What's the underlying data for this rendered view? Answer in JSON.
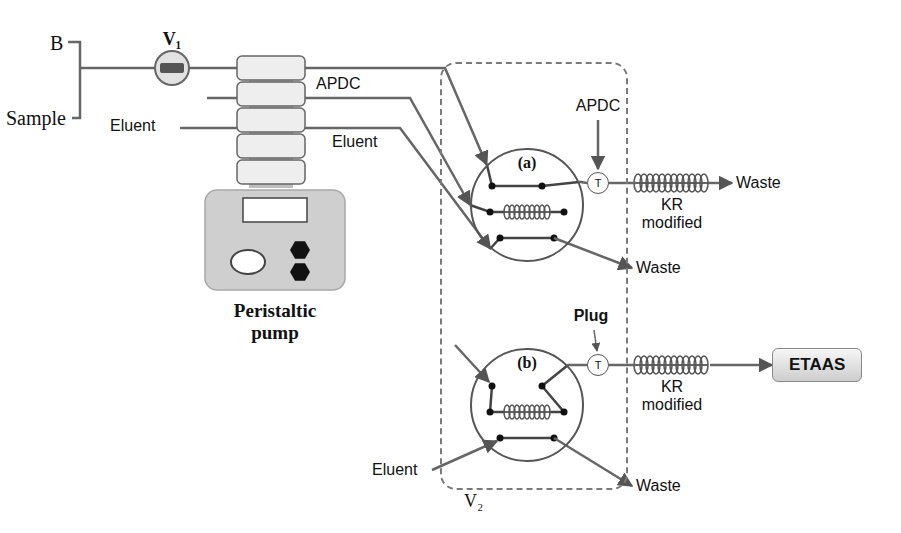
{
  "diagram": {
    "nodes": [
      {
        "text": [
          "V₁"
        ]
      },
      {
        "text": [
          "Peristaltic pump"
        ]
      },
      {
        "text": [
          "V₂"
        ]
      },
      {
        "text": [
          "(a)"
        ],
        "in": 2
      },
      {
        "text": [
          "T"
        ],
        "in": 2
      },
      {
        "text": [
          "KR modified"
        ]
      },
      {
        "text": [
          "(b)"
        ],
        "in": 2
      },
      {
        "text": [
          "T"
        ],
        "in": 2
      },
      {
        "text": [
          "KR modified"
        ]
      },
      {
        "text": [
          "ETAAS"
        ]
      }
    ],
    "edges": [
      {
        "from": 0,
        "to": 1,
        "arrow": "none"
      },
      {
        "from": 1,
        "to": 3,
        "arrow": "to"
      },
      {
        "from": 1,
        "to": 3,
        "label": "APDC",
        "arrow": "to"
      },
      {
        "from": 1,
        "to": 3,
        "label": "Eluent",
        "arrow": "to"
      },
      {
        "from": 3,
        "to": 4,
        "arrow": "none"
      },
      {
        "from": 4,
        "to": 5,
        "arrow": "none"
      },
      {
        "from": 6,
        "to": 7,
        "arrow": "none"
      },
      {
        "from": 7,
        "to": 8,
        "arrow": "none"
      },
      {
        "from": 8,
        "to": 9,
        "arrow": "to"
      }
    ],
    "labels": [
      "B",
      "Sample",
      "Eluent",
      "APDC",
      "Waste",
      "Waste",
      "Plug",
      "Eluent",
      "Waste"
    ]
  }
}
